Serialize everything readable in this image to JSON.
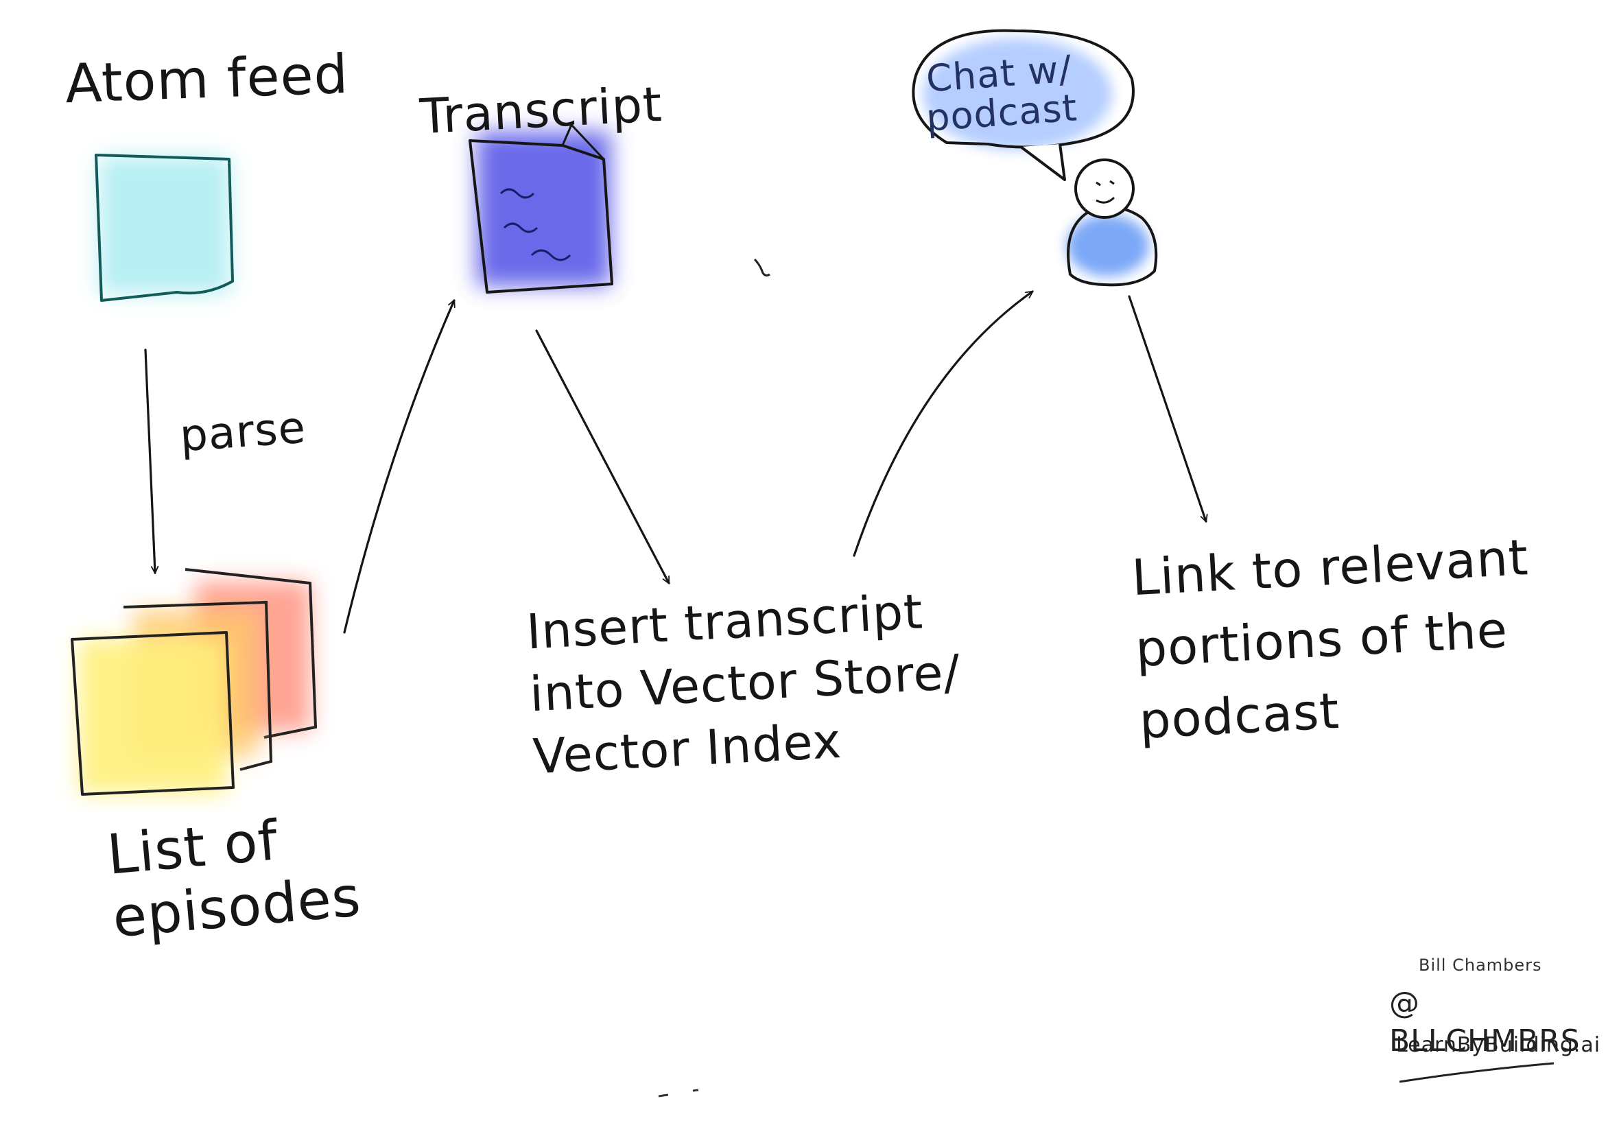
{
  "labels": {
    "atom_feed": "Atom feed",
    "transcript": "Transcript",
    "parse": "parse",
    "list_of_episodes": "List of\nepisodes",
    "insert_transcript": "Insert transcript\ninto Vector Store/\nVector Index",
    "link_to_relevant": "Link to relevant\nportions of the\npodcast",
    "chat_bubble": "Chat w/\npodcast"
  },
  "signature": {
    "name": "Bill Chambers",
    "handle": "@ BLLCHMBRS",
    "site": "LearnByBuilding.ai"
  },
  "colors": {
    "ink": "#161616",
    "atom_feed_fill": "#9ee9ef",
    "transcript_fill": "#4f4fe6",
    "episode_yellow": "#fff07a",
    "episode_orange": "#ffc86a",
    "episode_red": "#ff8e7a",
    "chat_fill": "#a9c6ff",
    "chat_ink": "#23325f"
  },
  "icons": {
    "atom_feed": "document-icon",
    "transcript": "transcript-document-icon",
    "episodes": "stacked-pages-icon",
    "user": "person-icon",
    "speech": "speech-bubble-icon"
  }
}
